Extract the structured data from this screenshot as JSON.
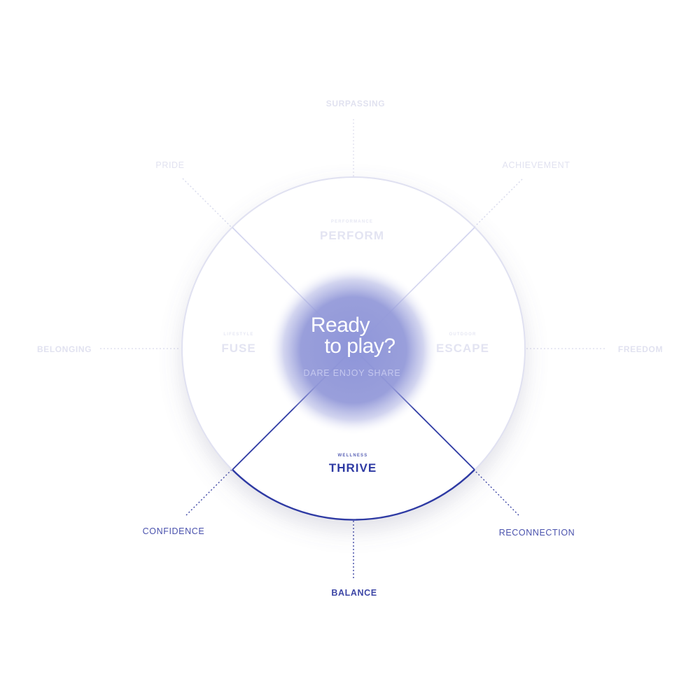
{
  "center": {
    "headline_line1": "Ready",
    "headline_line2": "to play?",
    "tagline": "DARE ENJOY SHARE"
  },
  "segments": {
    "perform": {
      "category": "PERFORMANCE",
      "name": "PERFORM"
    },
    "fuse": {
      "category": "LIFESTYLE",
      "name": "FUSE"
    },
    "escape": {
      "category": "OUTDOOR",
      "name": "ESCAPE"
    },
    "thrive": {
      "category": "WELLNESS",
      "name": "THRIVE"
    }
  },
  "outcomes": {
    "surpassing": "SURPASSING",
    "pride": "PRIDE",
    "achievement": "ACHIEVEMENT",
    "belonging": "BELONGING",
    "freedom": "FREEDOM",
    "confidence": "CONFIDENCE",
    "reconnection": "RECONNECTION",
    "balance": "BALANCE"
  },
  "colors": {
    "accent": "#2e3aa3",
    "accent_mid": "#4a52ad",
    "faded": "#d9dbef",
    "faded_text": "#e3e4f2",
    "glow": "#8e95d9"
  }
}
